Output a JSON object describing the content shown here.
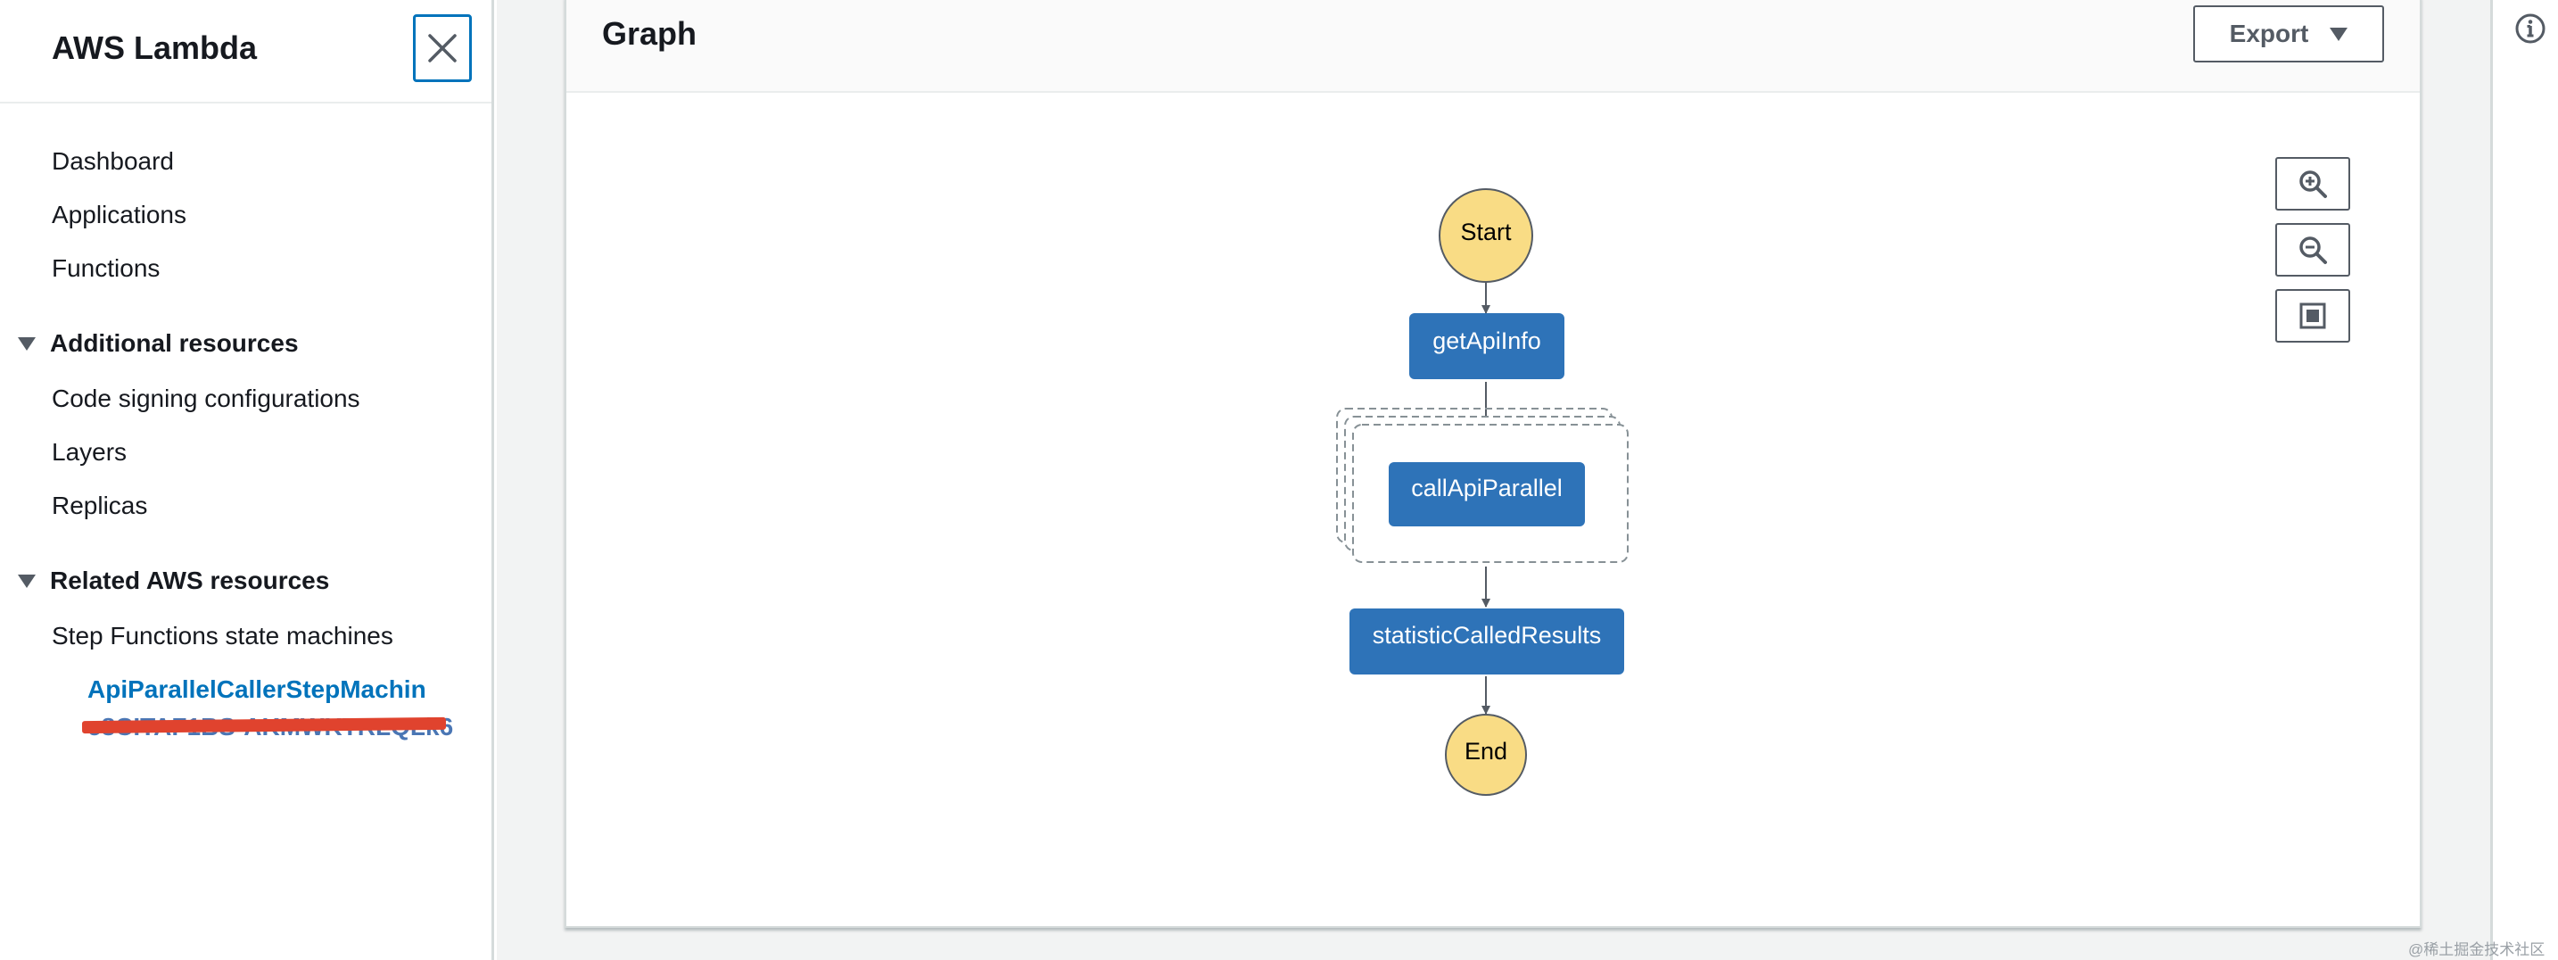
{
  "sidebar": {
    "title": "AWS Lambda",
    "nav": [
      "Dashboard",
      "Applications",
      "Functions"
    ],
    "additional_resources": {
      "heading": "Additional resources",
      "items": [
        "Code signing configurations",
        "Layers",
        "Replicas"
      ]
    },
    "related_resources": {
      "heading": "Related AWS resources",
      "items": [
        "Step Functions state machines"
      ],
      "state_machine_link": "ApiParallelCallerStepMachin",
      "state_machine_link_cont": "e8CITAF1BS-AKMWKTRLQLk6"
    }
  },
  "graph": {
    "title": "Graph",
    "export_label": "Export",
    "nodes": {
      "start": "Start",
      "get_api_info": "getApiInfo",
      "call_api_parallel": "callApiParallel",
      "statistic_called_results": "statisticCalledResults",
      "end": "End"
    }
  },
  "watermark": "@稀土掘金技术社区",
  "colors": {
    "task_fill": "#2e73b8",
    "terminal_fill": "#f9dc85",
    "accent": "#0073bb",
    "redaction": "#e0432e"
  },
  "icons": {
    "close": "close-icon",
    "zoom_in": "zoom-in-icon",
    "zoom_out": "zoom-out-icon",
    "fit": "fit-to-screen-icon",
    "info": "info-icon"
  }
}
